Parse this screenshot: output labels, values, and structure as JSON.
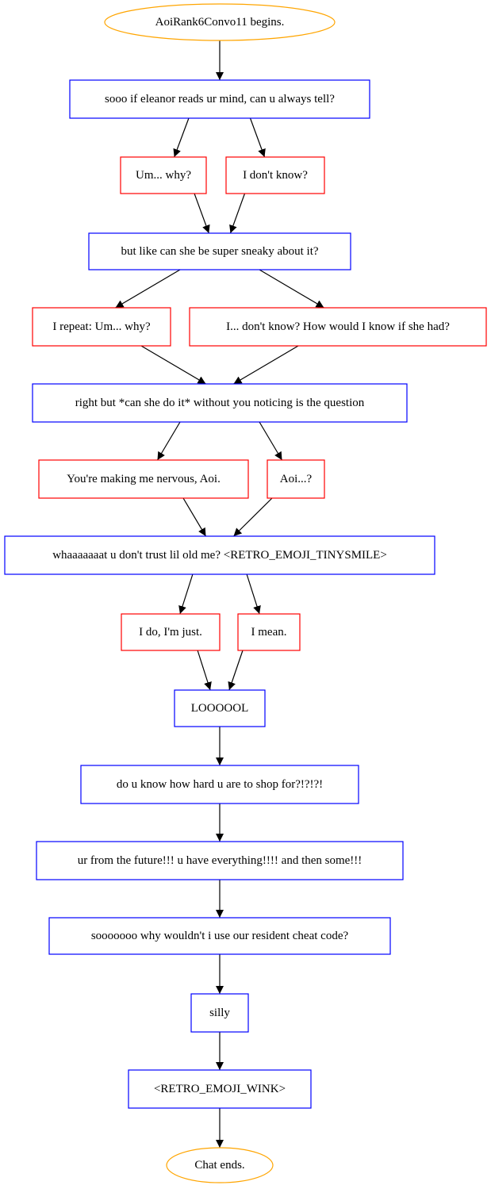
{
  "colors": {
    "npc": "#0000ff",
    "choice": "#ff0000",
    "terminal": "#ffa500",
    "edge": "#000000",
    "background": "#ffffff"
  },
  "nodes": {
    "start": {
      "label": "AoiRank6Convo11 begins.",
      "kind": "terminal"
    },
    "n1": {
      "label": "sooo if eleanor reads ur mind, can u always tell?",
      "kind": "npc"
    },
    "c1a": {
      "label": "Um... why?",
      "kind": "choice"
    },
    "c1b": {
      "label": "I don't know?",
      "kind": "choice"
    },
    "n2": {
      "label": "but like can she be super sneaky about it?",
      "kind": "npc"
    },
    "c2a": {
      "label": "I repeat: Um... why?",
      "kind": "choice"
    },
    "c2b": {
      "label": "I... don't know? How would I know if she had?",
      "kind": "choice"
    },
    "n3": {
      "label": "right but *can she do it* without you noticing is the question",
      "kind": "npc"
    },
    "c3a": {
      "label": "You're making me nervous, Aoi.",
      "kind": "choice"
    },
    "c3b": {
      "label": "Aoi...?",
      "kind": "choice"
    },
    "n4": {
      "label": "whaaaaaaat u don't trust lil old me? <RETRO_EMOJI_TINYSMILE>",
      "kind": "npc"
    },
    "c4a": {
      "label": "I do, I'm just.",
      "kind": "choice"
    },
    "c4b": {
      "label": "I mean.",
      "kind": "choice"
    },
    "n5": {
      "label": "LOOOOOL",
      "kind": "npc"
    },
    "n6": {
      "label": "do u know how hard u are to shop for?!?!?!",
      "kind": "npc"
    },
    "n7": {
      "label": "ur from the future!!! u have everything!!!! and then some!!!",
      "kind": "npc"
    },
    "n8": {
      "label": "sooooooo why wouldn't i use our resident cheat code?",
      "kind": "npc"
    },
    "n9": {
      "label": "silly",
      "kind": "npc"
    },
    "n10": {
      "label": "<RETRO_EMOJI_WINK>",
      "kind": "npc"
    },
    "end": {
      "label": "Chat ends.",
      "kind": "terminal"
    }
  },
  "edges": [
    [
      "start",
      "n1"
    ],
    [
      "n1",
      "c1a"
    ],
    [
      "n1",
      "c1b"
    ],
    [
      "c1a",
      "n2"
    ],
    [
      "c1b",
      "n2"
    ],
    [
      "n2",
      "c2a"
    ],
    [
      "n2",
      "c2b"
    ],
    [
      "c2a",
      "n3"
    ],
    [
      "c2b",
      "n3"
    ],
    [
      "n3",
      "c3a"
    ],
    [
      "n3",
      "c3b"
    ],
    [
      "c3a",
      "n4"
    ],
    [
      "c3b",
      "n4"
    ],
    [
      "n4",
      "c4a"
    ],
    [
      "n4",
      "c4b"
    ],
    [
      "c4a",
      "n5"
    ],
    [
      "c4b",
      "n5"
    ],
    [
      "n5",
      "n6"
    ],
    [
      "n6",
      "n7"
    ],
    [
      "n7",
      "n8"
    ],
    [
      "n8",
      "n9"
    ],
    [
      "n9",
      "n10"
    ],
    [
      "n10",
      "end"
    ]
  ]
}
